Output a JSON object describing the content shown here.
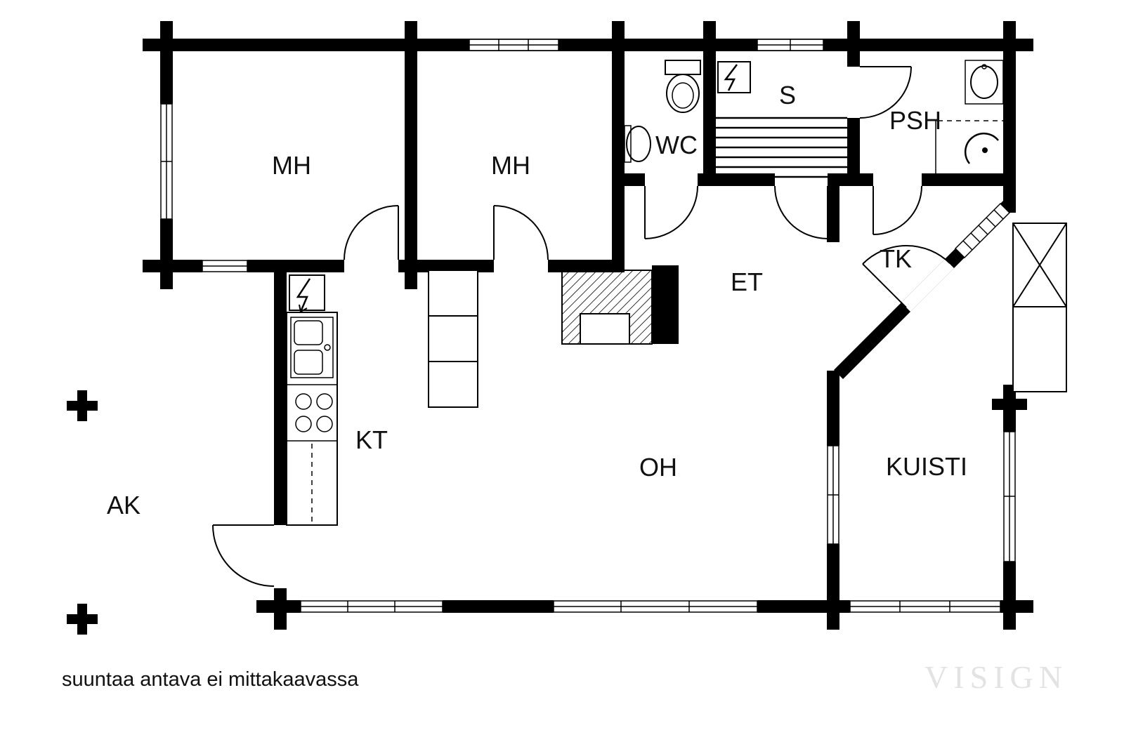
{
  "floorplan": {
    "rooms": [
      {
        "id": "mh-1",
        "label": "MH"
      },
      {
        "id": "mh-2",
        "label": "MH"
      },
      {
        "id": "wc",
        "label": "WC"
      },
      {
        "id": "sauna",
        "label": "S"
      },
      {
        "id": "psh",
        "label": "PSH"
      },
      {
        "id": "et",
        "label": "ET"
      },
      {
        "id": "tk",
        "label": "TK"
      },
      {
        "id": "kt",
        "label": "KT"
      },
      {
        "id": "oh",
        "label": "OH"
      },
      {
        "id": "kuisti",
        "label": "KUISTI"
      },
      {
        "id": "ak",
        "label": "AK"
      }
    ],
    "footnote": "suuntaa antava ei mittakaavassa",
    "watermark": "VISIGN",
    "colors": {
      "wall": "#000000",
      "background": "#ffffff",
      "watermark": "#e3e3e3"
    }
  }
}
